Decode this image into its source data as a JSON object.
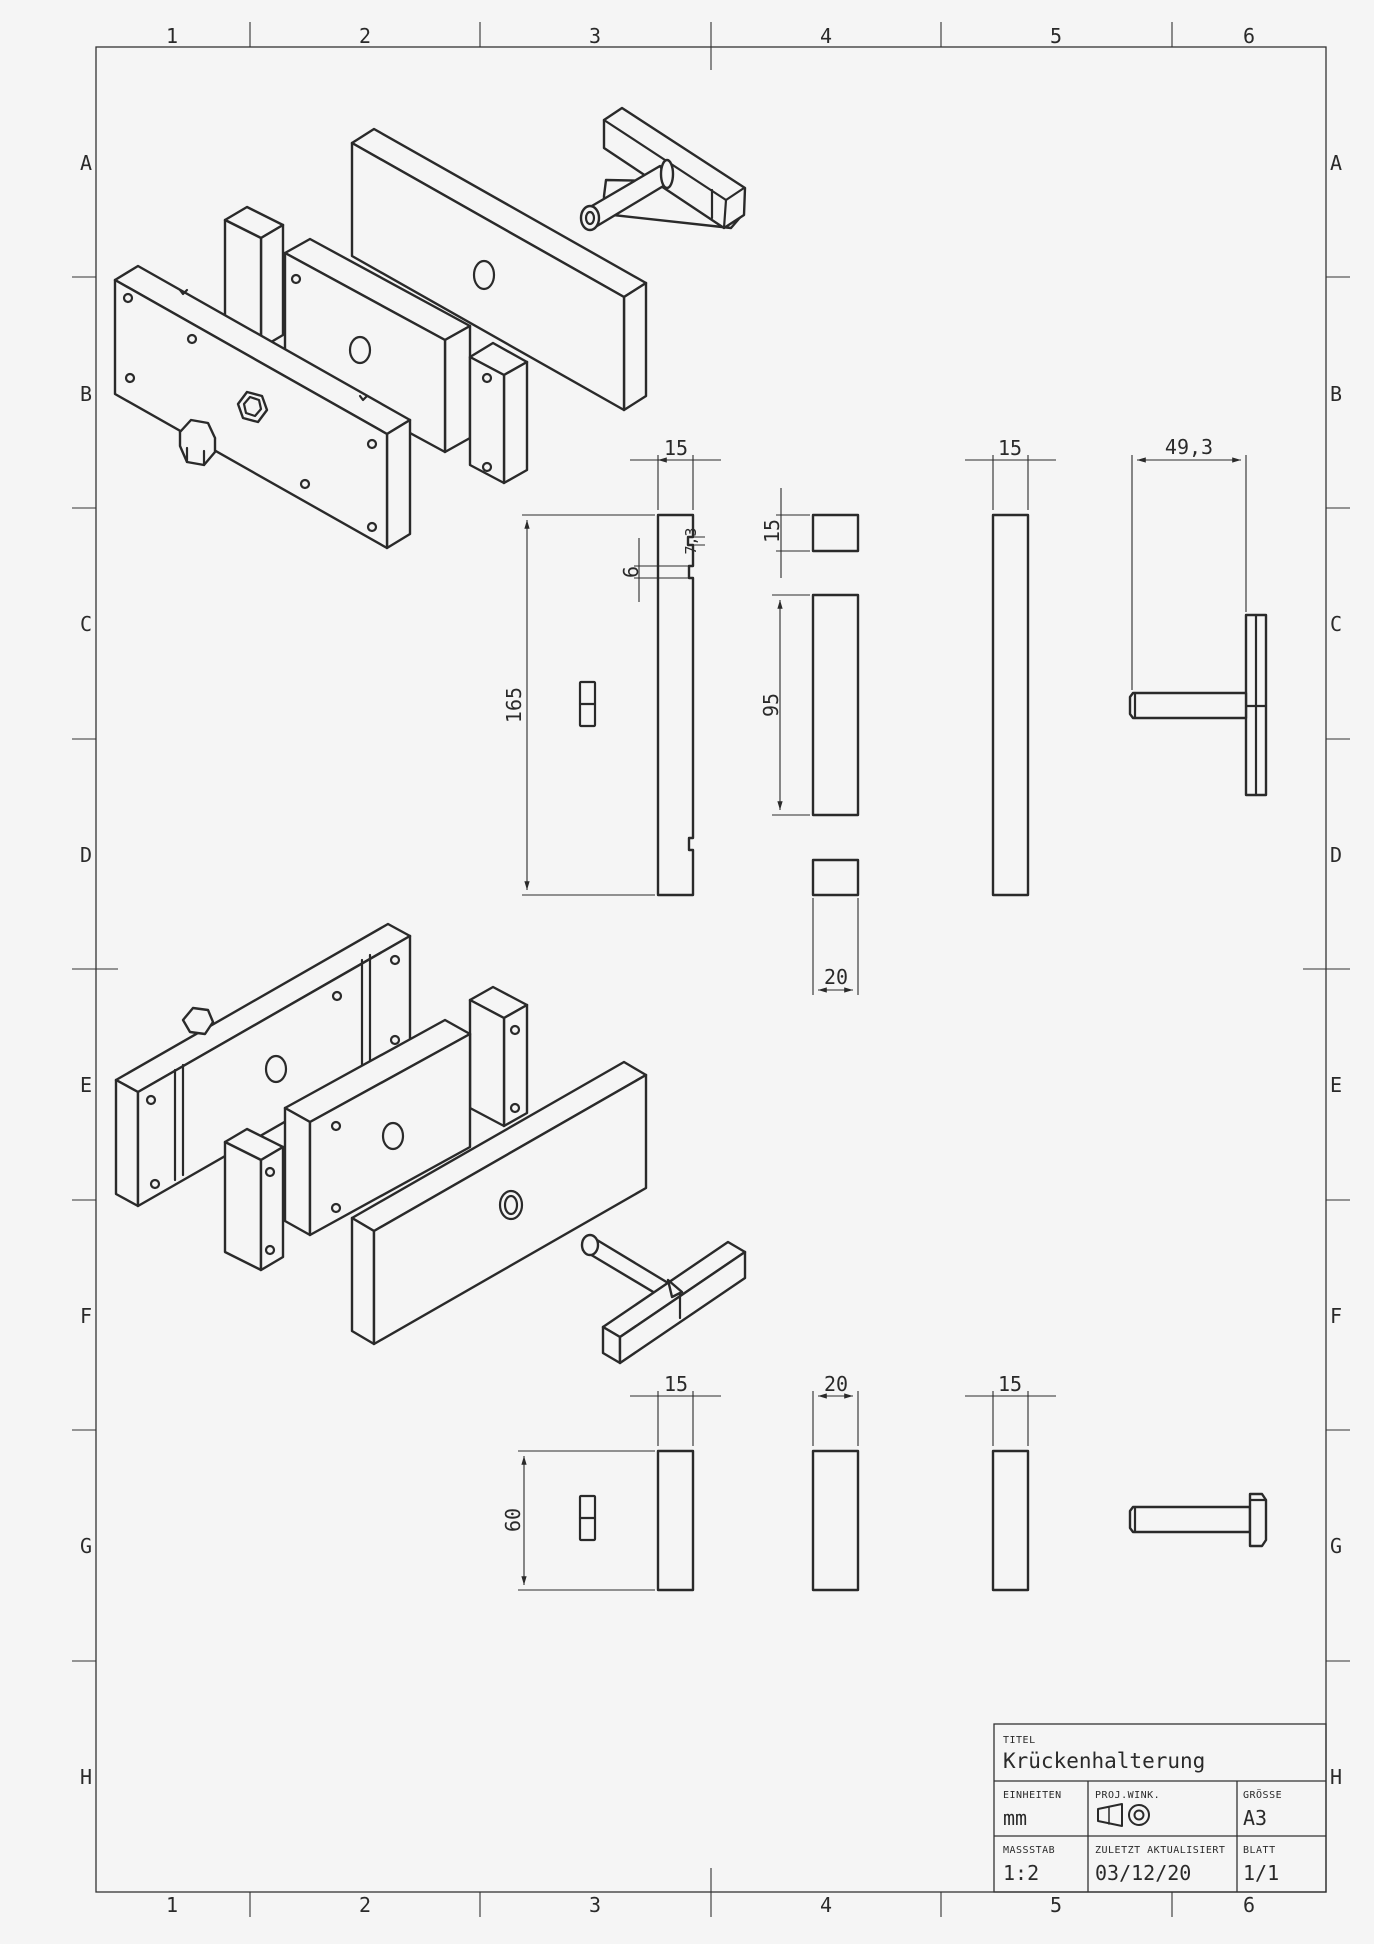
{
  "zones": {
    "columns": [
      "1",
      "2",
      "3",
      "4",
      "5",
      "6"
    ],
    "rows": [
      "A",
      "B",
      "C",
      "D",
      "E",
      "F",
      "G",
      "H"
    ]
  },
  "dimensions": {
    "top_left_width": "15",
    "top_left_height": "165",
    "notch_depth": "6",
    "notch_small": "7,3",
    "middle_top": "15",
    "middle_mid": "95",
    "middle_width": "20",
    "right_width": "15",
    "handle_length": "49,3",
    "bottom_left_width": "15",
    "bottom_left_height": "60",
    "bottom_middle_width": "20",
    "bottom_right_width": "15"
  },
  "title_block": {
    "title_label": "TITEL",
    "title": "Krückenhalterung",
    "units_label": "EINHEITEN",
    "units": "mm",
    "projection_label": "PROJ.WINK.",
    "size_label": "GRÖSSE",
    "size": "A3",
    "scale_label": "MASSSTAB",
    "scale": "1:2",
    "updated_label": "ZULETZT AKTUALISIERT",
    "updated": "03/12/20",
    "sheet_label": "BLATT",
    "sheet": "1/1"
  }
}
